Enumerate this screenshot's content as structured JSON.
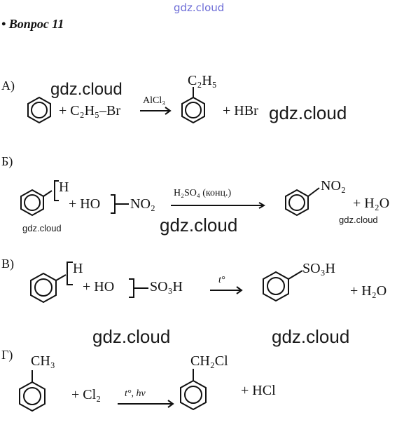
{
  "watermark": "gdz.cloud",
  "question": "• Вопрос 11",
  "reactions": {
    "a": {
      "label": "А)",
      "reactant2": "+ C₂H₅–Br",
      "condition": "AlCl₃",
      "product_sub": "C₂H₅",
      "byproduct": "+ HBr"
    },
    "b": {
      "label": "Б)",
      "h": "H",
      "reactant2": "+ HO",
      "reactant2_tail": "NO₂",
      "condition": "H₂SO₄ (конц.)",
      "product_sub": "NO₂",
      "byproduct": "+ H₂O"
    },
    "v": {
      "label": "В)",
      "h": "H",
      "reactant2": "+ HO",
      "reactant2_tail": "SO₃H",
      "condition": "t°",
      "product_sub": "SO₃H",
      "byproduct": "+ H₂O"
    },
    "g": {
      "label": "Г)",
      "reactant_sub": "CH₃",
      "reactant2": "+ Cl₂",
      "condition": "t°, hν",
      "product_sub": "CH₂Cl",
      "byproduct": "+ HCl"
    }
  }
}
